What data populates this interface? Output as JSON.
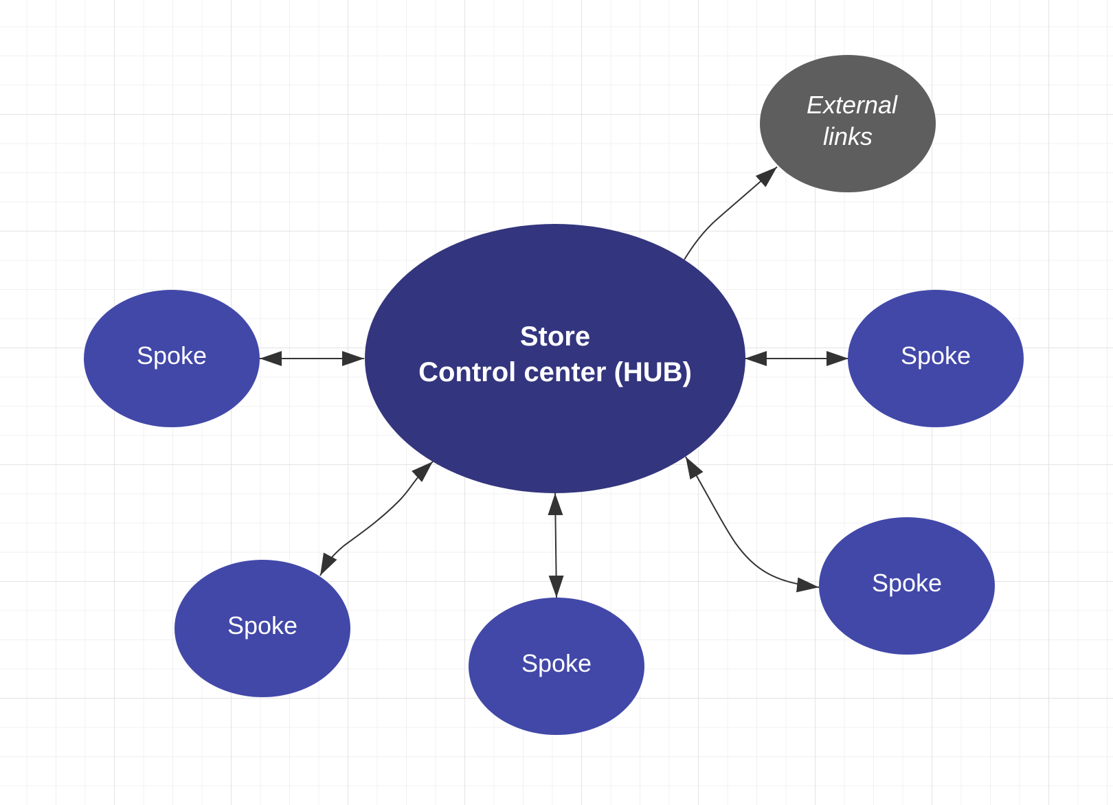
{
  "colors": {
    "hub": "#33357e",
    "spoke": "#4248a8",
    "external": "#5e5e5e",
    "connector": "#333333",
    "label": "#ffffff"
  },
  "hub": {
    "line1": "Store",
    "line2": "Control center (HUB)"
  },
  "external": {
    "line1": "External",
    "line2": "links"
  },
  "spokes": {
    "left": "Spoke",
    "right": "Spoke",
    "bottom_left": "Spoke",
    "bottom_center": "Spoke",
    "bottom_right": "Spoke"
  }
}
